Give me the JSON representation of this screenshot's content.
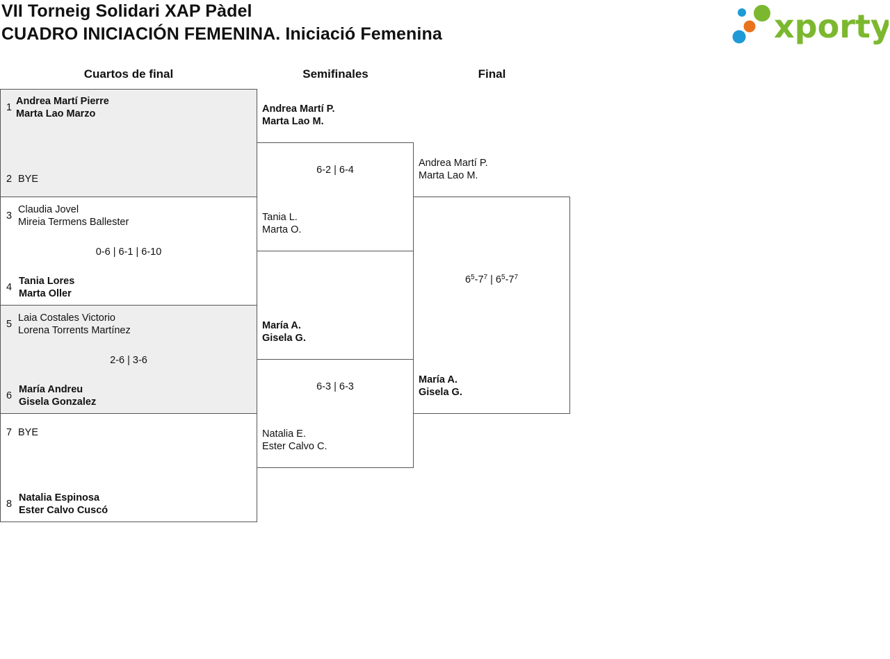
{
  "header": {
    "title_line1": "VII Torneig Solidari XAP Pàdel",
    "title_line2": "CUADRO INICIACIÓN FEMENINA. Iniciació Femenina",
    "logo_text": "xporty",
    "logo_colors": {
      "blue": "#1e9ad6",
      "orange": "#e8731b",
      "green": "#7cb82f"
    }
  },
  "columns": {
    "quarterfinals": "Cuartos de final",
    "semifinals": "Semifinales",
    "final": "Final"
  },
  "quarterfinals": [
    {
      "top": {
        "seed": "1",
        "line1": "Andrea Martí Pierre",
        "line2": "Marta Lao Marzo"
      },
      "bottom": {
        "seed": "2",
        "line1": "BYE",
        "line2": ""
      },
      "score": ""
    },
    {
      "top": {
        "seed": "3",
        "line1": "Claudia Jovel",
        "line2": "Mireia Termens Ballester"
      },
      "bottom": {
        "seed": "4",
        "line1": "Tania Lores",
        "line2": "Marta Oller"
      },
      "score": "0-6 | 6-1 | 6-10"
    },
    {
      "top": {
        "seed": "5",
        "line1": "Laia Costales Victorio",
        "line2": "Lorena Torrents Martínez"
      },
      "bottom": {
        "seed": "6",
        "line1": "María Andreu",
        "line2": "Gisela Gonzalez"
      },
      "score": "2-6 | 3-6"
    },
    {
      "top": {
        "seed": "7",
        "line1": "BYE",
        "line2": ""
      },
      "bottom": {
        "seed": "8",
        "line1": "Natalia Espinosa",
        "line2": "Ester Calvo Cuscó"
      },
      "score": ""
    }
  ],
  "semifinals": [
    {
      "top": {
        "line1": "Andrea Martí P.",
        "line2": "Marta Lao M."
      },
      "bottom": {
        "line1": "Tania L.",
        "line2": "Marta O."
      },
      "score": "6-2 | 6-4"
    },
    {
      "top": {
        "line1": "María A.",
        "line2": "Gisela G."
      },
      "bottom": {
        "line1": "Natalia E.",
        "line2": "Ester Calvo C."
      },
      "score": "6-3 | 6-3"
    }
  ],
  "final": {
    "top": {
      "line1": "Andrea Martí P.",
      "line2": "Marta Lao M."
    },
    "bottom": {
      "line1": "María A.",
      "line2": "Gisela G."
    },
    "score": {
      "set1": {
        "games": "6",
        "tb1": "5",
        "games2": "7",
        "tb2": "7"
      },
      "separator": "|",
      "set2": {
        "games": "6",
        "tb1": "5",
        "games2": "7",
        "tb2": "7"
      }
    }
  }
}
